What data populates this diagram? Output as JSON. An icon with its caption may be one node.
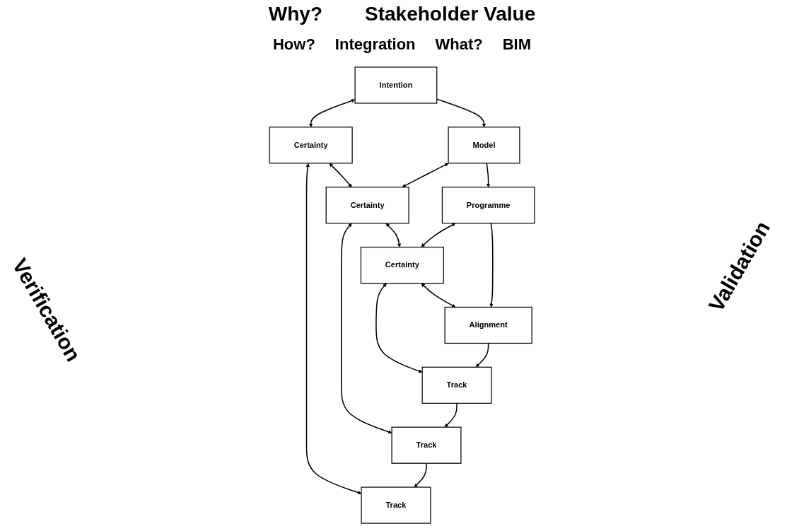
{
  "diagram": {
    "nodes": [
      {
        "text": [
          "Intention"
        ]
      },
      {
        "text": [
          "Certainty"
        ]
      },
      {
        "text": [
          "Track"
        ]
      },
      {
        "text": [
          "Model"
        ]
      },
      {
        "text": [
          "Certainty"
        ]
      },
      {
        "text": [
          "Track"
        ]
      },
      {
        "text": [
          "Programme"
        ]
      },
      {
        "text": [
          "Certainty"
        ]
      },
      {
        "text": [
          "Track"
        ]
      },
      {
        "text": [
          "Alignment"
        ]
      }
    ],
    "edges": [
      {
        "from": 0,
        "to": 1,
        "arrow": "both"
      },
      {
        "from": 1,
        "to": 2,
        "arrow": "both"
      },
      {
        "from": 0,
        "to": 3,
        "arrow": "to"
      },
      {
        "from": 1,
        "to": 4,
        "arrow": "both"
      },
      {
        "from": 3,
        "to": 4,
        "arrow": "both"
      },
      {
        "from": 4,
        "to": 5,
        "arrow": "both"
      },
      {
        "from": 5,
        "to": 2,
        "arrow": "to"
      },
      {
        "from": 3,
        "to": 6,
        "arrow": "to"
      },
      {
        "from": 4,
        "to": 7,
        "arrow": "both"
      },
      {
        "from": 8,
        "to": 5,
        "arrow": "to"
      },
      {
        "from": 6,
        "to": 7,
        "arrow": "both"
      },
      {
        "from": 7,
        "to": 8,
        "arrow": "both"
      },
      {
        "from": 6,
        "to": 9,
        "arrow": "to"
      },
      {
        "from": 7,
        "to": 9,
        "arrow": "both"
      },
      {
        "from": 9,
        "to": 8,
        "arrow": "to"
      }
    ],
    "labels": [
      "Why?",
      "Stakeholder Value",
      "How?",
      "Integration",
      "Verification",
      "What?",
      "BIM",
      "Validation"
    ]
  }
}
